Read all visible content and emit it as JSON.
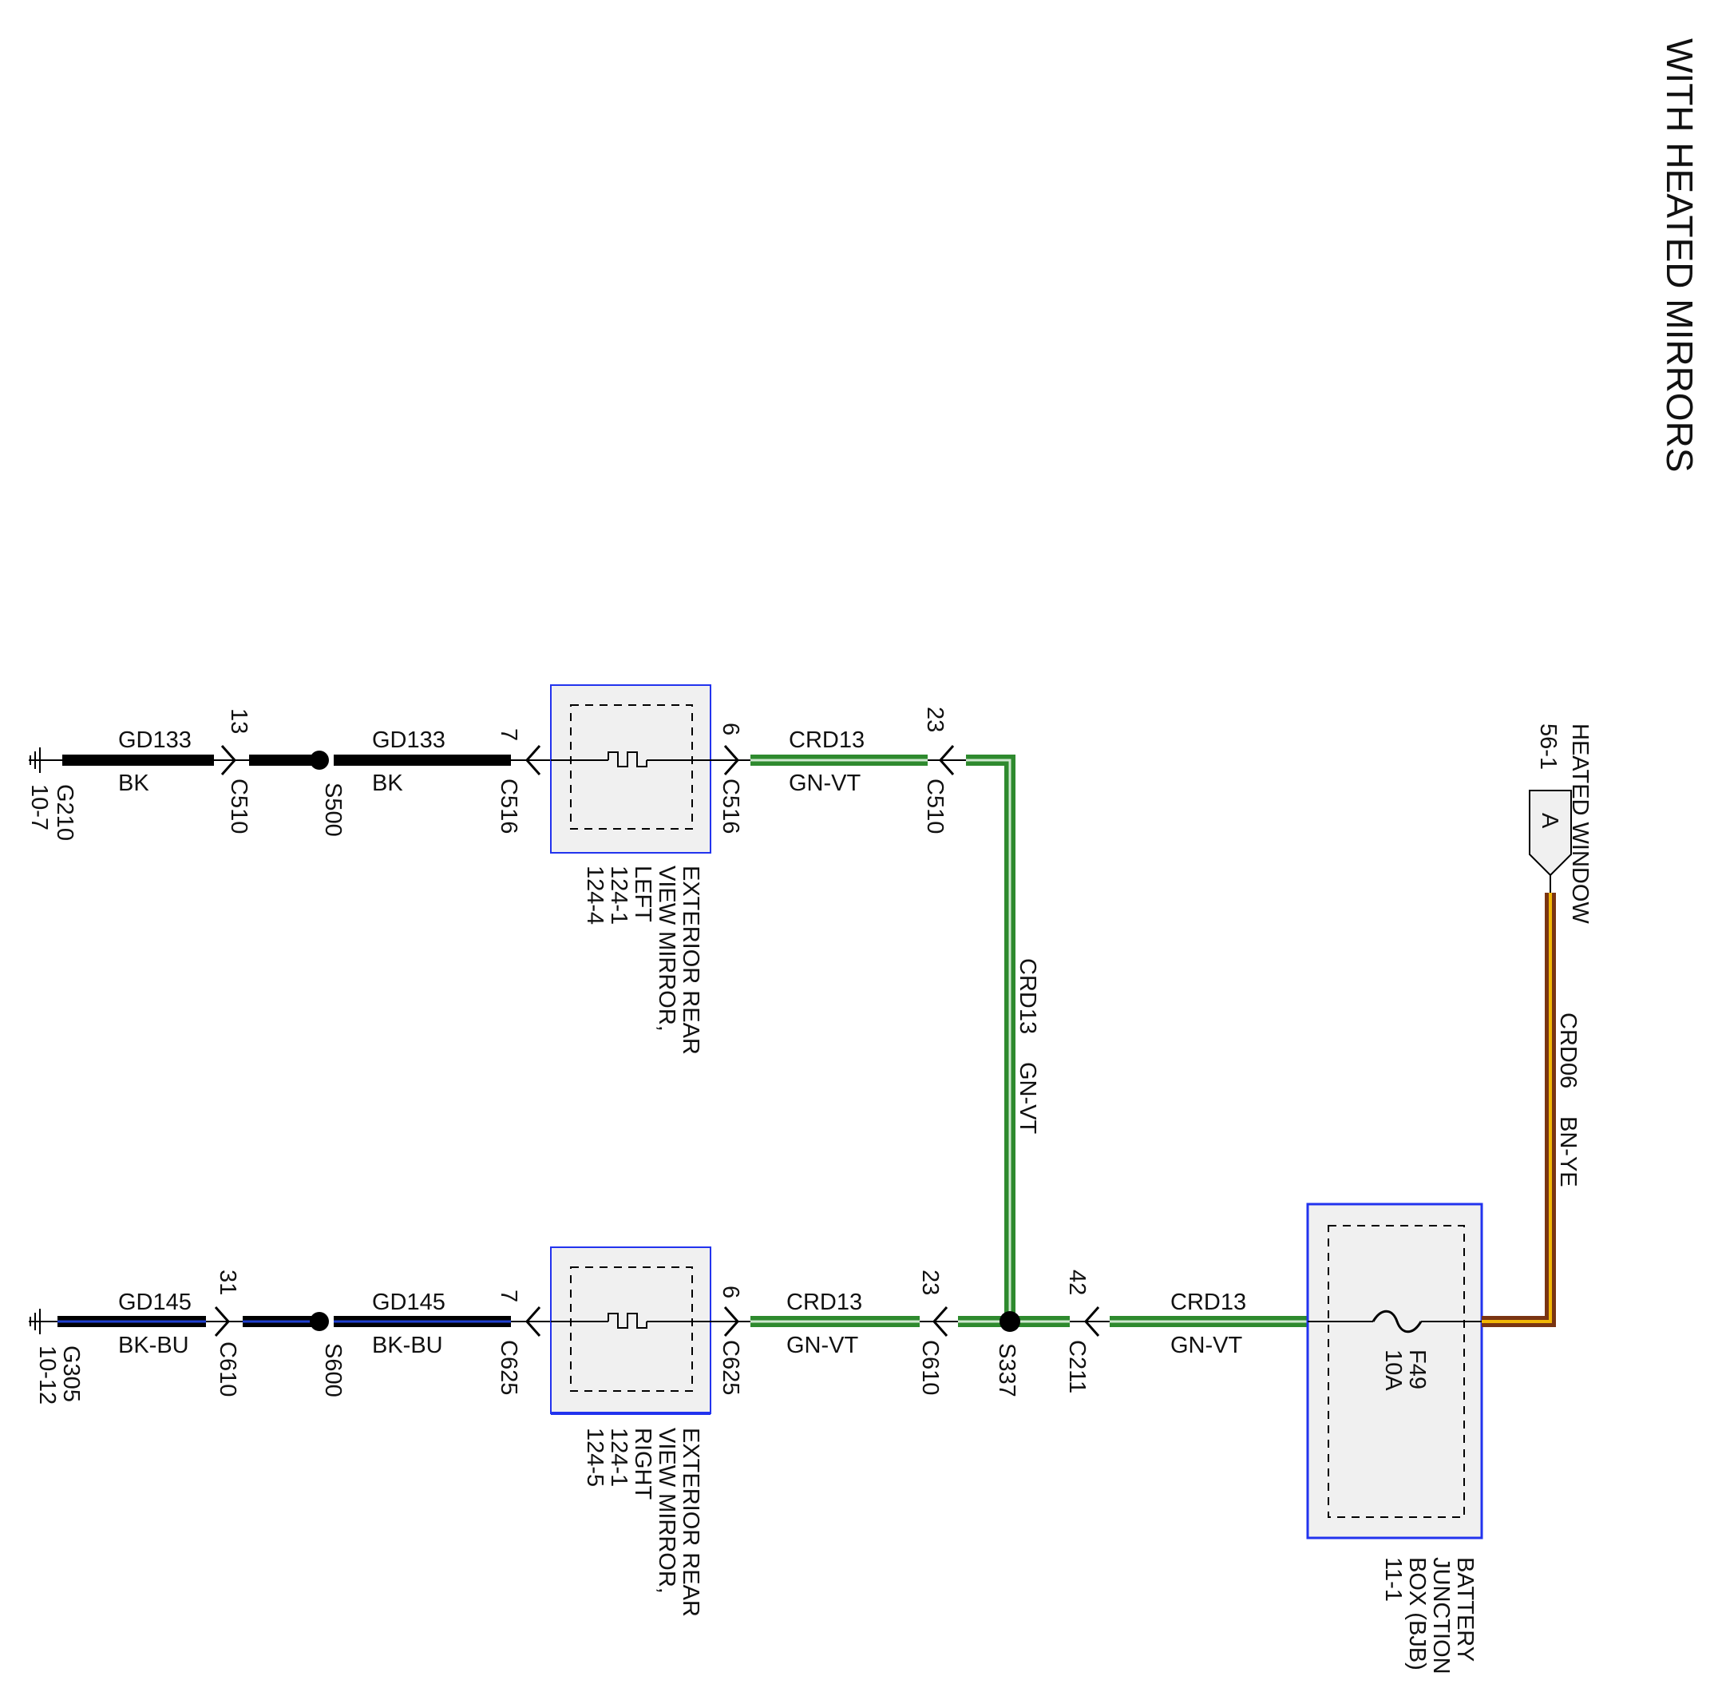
{
  "title": "WITH HEATED MIRRORS",
  "colors": {
    "black_wire": "#000000",
    "blue_stripe": "#1f3fd0",
    "green_wire": "#2e8a2e",
    "green_stripe_light": "#cfe8cf",
    "brown_wire": "#7a3412",
    "yellow_stripe": "#f2b705",
    "component_border": "#2233ee",
    "component_fill": "#f0f0f0"
  },
  "top_row": {
    "ground": {
      "name": "G210",
      "ref": "10-7"
    },
    "wire1": {
      "circuit": "GD133",
      "color": "BK"
    },
    "connector1": {
      "pin": "13",
      "name": "C510"
    },
    "splice": {
      "name": "S500"
    },
    "wire2": {
      "circuit": "GD133",
      "color": "BK"
    },
    "connector2": {
      "pin": "7",
      "name": "C516"
    },
    "component": {
      "line1": "EXTERIOR REAR",
      "line2": "VIEW MIRROR,",
      "line3": "LEFT",
      "ref1": "124-1",
      "ref2": "124-4"
    },
    "connector3": {
      "pin": "6",
      "name": "C516"
    },
    "wire3": {
      "circuit": "CRD13",
      "color": "GN-VT"
    },
    "connector4": {
      "pin": "23",
      "name": "C510"
    }
  },
  "vertical_wire": {
    "circuit": "CRD13",
    "color": "GN-VT"
  },
  "bottom_row": {
    "ground": {
      "name": "G305",
      "ref": "10-12"
    },
    "wire1": {
      "circuit": "GD145",
      "color": "BK-BU"
    },
    "connector1": {
      "pin": "31",
      "name": "C610"
    },
    "splice": {
      "name": "S600"
    },
    "wire2": {
      "circuit": "GD145",
      "color": "BK-BU"
    },
    "connector2": {
      "pin": "7",
      "name": "C625"
    },
    "component": {
      "line1": "EXTERIOR REAR",
      "line2": "VIEW MIRROR,",
      "line3": "RIGHT",
      "ref1": "124-1",
      "ref2": "124-5"
    },
    "connector3": {
      "pin": "6",
      "name": "C625"
    },
    "wire3": {
      "circuit": "CRD13",
      "color": "GN-VT"
    },
    "connector4": {
      "pin": "23",
      "name": "C610"
    },
    "splice2": {
      "name": "S337"
    },
    "connector5": {
      "pin": "42",
      "name": "C211"
    },
    "wire4": {
      "circuit": "CRD13",
      "color": "GN-VT"
    }
  },
  "bjb": {
    "line1": "BATTERY",
    "line2": "JUNCTION",
    "line3": "BOX (BJB)",
    "ref": "11-1",
    "fuse": "F49",
    "rating": "10A"
  },
  "heated_window": {
    "line1": "HEATED WINDOW",
    "ref": "56-1",
    "tag": "A"
  },
  "feed_wire": {
    "circuit": "CRD06",
    "color": "BN-YE"
  }
}
